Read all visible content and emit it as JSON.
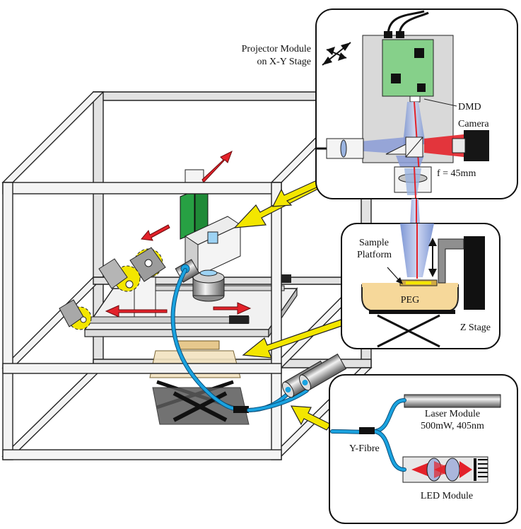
{
  "labels": {
    "projector_module": [
      "Projector Module",
      "on X-Y Stage"
    ],
    "dmd": "DMD",
    "camera": "Camera",
    "focal_length": "f = 45mm",
    "sample_platform": [
      "Sample",
      "Platform"
    ],
    "peg": "PEG",
    "z_stage": "Z Stage",
    "laser_module": [
      "Laser Module",
      "500mW, 405nm"
    ],
    "y_fibre": "Y-Fibre",
    "led_module": "LED Module"
  },
  "colors": {
    "fibre": "#1aa3e0",
    "arrow_yellow": "#f3e600",
    "arrow_red": "#e3222a",
    "pcb_green": "#5cc46b",
    "laser_beam": "#e3222a",
    "led_beam": "#8a9bd6",
    "peg": "#f6d89a"
  }
}
